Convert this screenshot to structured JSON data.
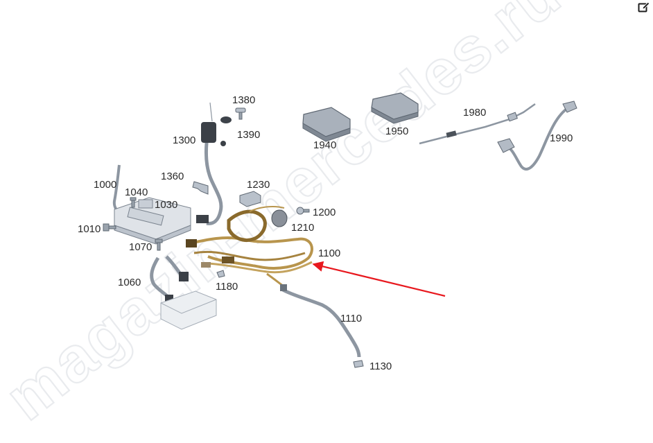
{
  "watermark": "magazin-mercedes.ru",
  "toolbar": {
    "edit_icon": "edit-icon"
  },
  "diagram": {
    "callouts": [
      "1000",
      "1010",
      "1030",
      "1040",
      "1060",
      "1070",
      "1100",
      "1110",
      "1130",
      "1180",
      "1200",
      "1210",
      "1230",
      "1300",
      "1360",
      "1380",
      "1390",
      "1940",
      "1950",
      "1980",
      "1990"
    ],
    "highlight_arrow": {
      "color": "#e8181e",
      "target": "1100"
    }
  },
  "colors": {
    "part_fill": "#b9c1cb",
    "part_stroke": "#66707c",
    "harness": "#b8954d",
    "harness_dark": "#7a5a22"
  }
}
